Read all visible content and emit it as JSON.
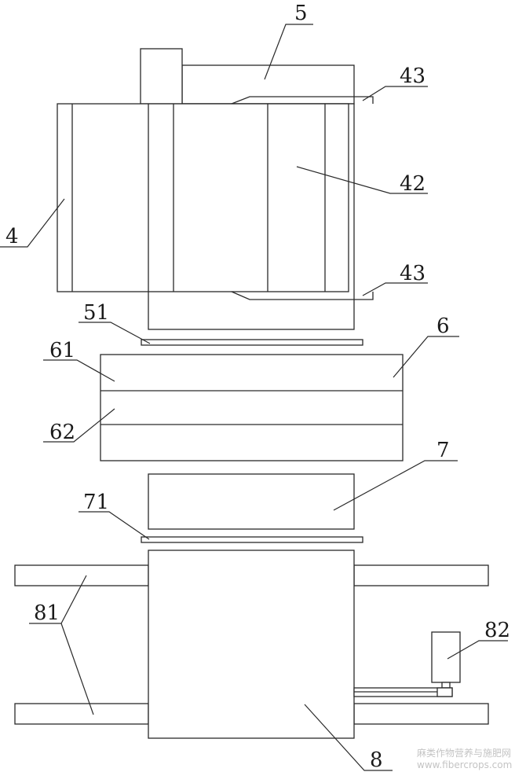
{
  "labels": {
    "l5": "5",
    "l43a": "43",
    "l42": "42",
    "l4": "4",
    "l43b": "43",
    "l51": "51",
    "l6": "6",
    "l61": "61",
    "l62": "62",
    "l7": "7",
    "l71": "71",
    "l81": "81",
    "l82": "82",
    "l8": "8"
  },
  "watermark": {
    "line1": "麻类作物营养与施肥网",
    "line2": "www.fibercrops.com"
  },
  "colors": {
    "line": "#2a2a2a",
    "background": "#ffffff",
    "watermark": "#c4c4c4"
  }
}
